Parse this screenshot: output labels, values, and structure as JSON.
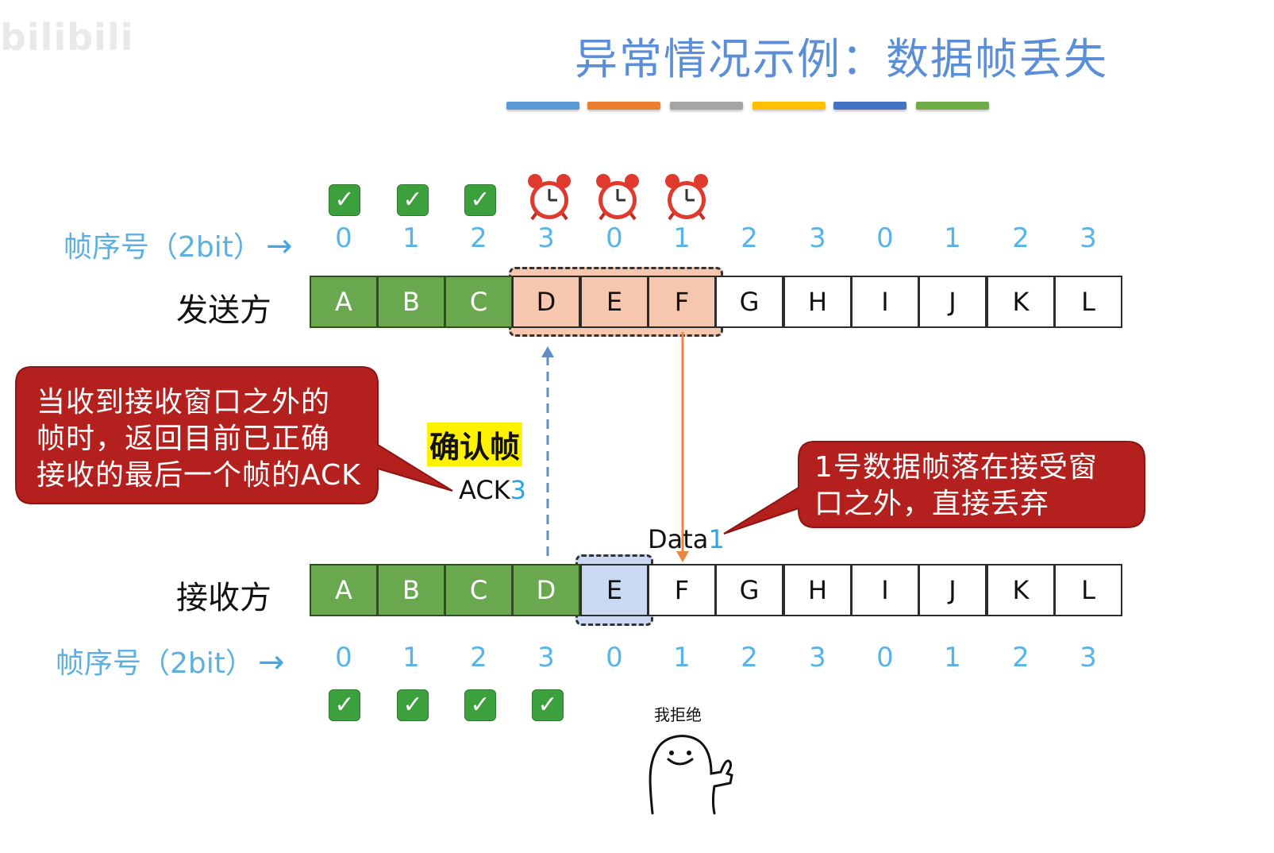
{
  "watermark": "bilibili",
  "title": "异常情况示例：数据帧丢失",
  "title_bar_colors": [
    "#5b9bd5",
    "#ed7d31",
    "#a5a5a5",
    "#ffc000",
    "#4472c4",
    "#70ad47"
  ],
  "seq_label": "帧序号（2bit）",
  "seq_arrow": "→",
  "sender_label": "发送方",
  "receiver_label": "接收方",
  "seq_numbers": [
    "0",
    "1",
    "2",
    "3",
    "0",
    "1",
    "2",
    "3",
    "0",
    "1",
    "2",
    "3"
  ],
  "sender_frames": [
    "A",
    "B",
    "C",
    "D",
    "E",
    "F",
    "G",
    "H",
    "I",
    "J",
    "K",
    "L"
  ],
  "receiver_frames": [
    "A",
    "B",
    "C",
    "D",
    "E",
    "F",
    "G",
    "H",
    "I",
    "J",
    "K",
    "L"
  ],
  "sender_status": [
    "check",
    "check",
    "check",
    "alarm-clock",
    "alarm-clock",
    "alarm-clock"
  ],
  "receiver_status": [
    "check",
    "check",
    "check",
    "check"
  ],
  "sender_window": [
    "D",
    "E",
    "F"
  ],
  "receiver_window": [
    "E"
  ],
  "left_bubble": {
    "lines": [
      "当收到接收窗口之外的",
      "帧时，返回目前已正确",
      "接收的最后一个帧的ACK"
    ]
  },
  "right_bubble": {
    "lines": [
      "1号数据帧落在接受窗",
      "口之外，直接丢弃"
    ]
  },
  "ack_frame_title": "确认帧",
  "ack_label": {
    "prefix": "ACK",
    "number": "3"
  },
  "data_label": {
    "prefix": "Data",
    "number": "1"
  },
  "refuse_text": "我拒绝",
  "colors": {
    "acked_green": "#6aa84f",
    "sender_window_fill": "#f6c7ae",
    "receiver_window_fill": "#c8d9f1",
    "bubble_red": "#b3201d",
    "seq_blue": "#58b4e6",
    "data_arrow": "#e8893f",
    "ack_arrow": "#5f8fc6"
  }
}
